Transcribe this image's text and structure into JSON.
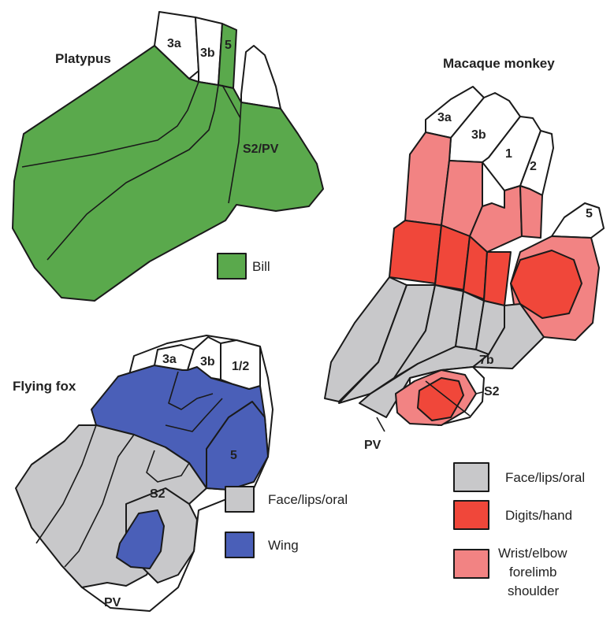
{
  "panels": {
    "platypus": {
      "title": "Platypus",
      "areas": [
        "3a",
        "3b",
        "5",
        "S2/PV"
      ],
      "legend": [
        {
          "label": "Bill",
          "color": "#5aa94c"
        }
      ]
    },
    "macaque": {
      "title": "Macaque monkey",
      "areas": [
        "3a",
        "3b",
        "1",
        "2",
        "5",
        "7b",
        "S2",
        "PV"
      ],
      "legend": [
        {
          "label": "Face/lips/oral",
          "color": "#c8c8ca"
        },
        {
          "label": "Digits/hand",
          "color": "#f0473a"
        },
        {
          "label_lines": [
            "Wrist/elbow",
            "forelimb",
            "shoulder"
          ],
          "color": "#f28383"
        }
      ]
    },
    "flying_fox": {
      "title": "Flying fox",
      "areas": [
        "3a",
        "3b",
        "1/2",
        "5",
        "S2",
        "PV"
      ],
      "legend": [
        {
          "label": "Face/lips/oral",
          "color": "#c8c8ca"
        },
        {
          "label": "Wing",
          "color": "#4a5fb8"
        }
      ]
    }
  },
  "colors": {
    "bill_green": "#5aa94c",
    "face_gray": "#c8c8ca",
    "digits_red": "#f0473a",
    "wrist_pink": "#f28383",
    "wing_blue": "#4a5fb8",
    "outline": "#1a1a1a"
  }
}
